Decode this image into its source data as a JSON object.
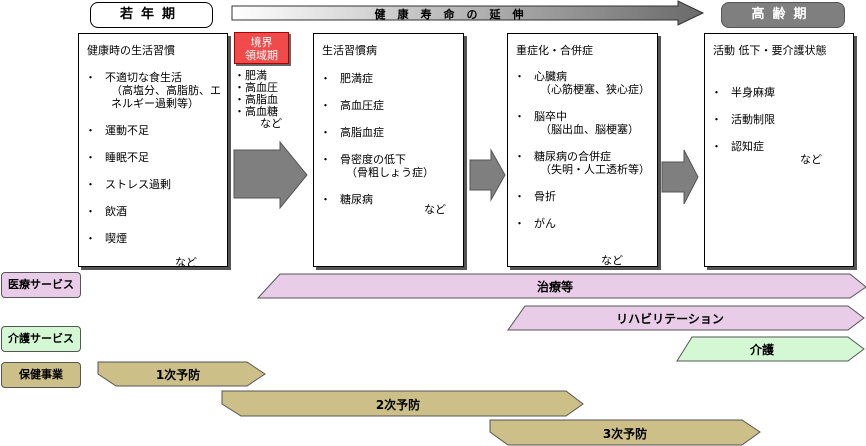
{
  "stages": {
    "young": "若年期",
    "healthy_life": "健康寿命の延伸",
    "elderly": "高齢期"
  },
  "box1": {
    "title": "健康時の生活習慣",
    "items": [
      {
        "main": "不適切な食生活",
        "sub": "（高塩分、高脂肪、エネルギー過剰等）"
      },
      {
        "main": "運動不足"
      },
      {
        "main": "睡眠不足"
      },
      {
        "main": "ストレス過剰"
      },
      {
        "main": "飲酒"
      },
      {
        "main": "喫煙"
      }
    ],
    "etc": "など"
  },
  "borderline": {
    "label_line1": "境界",
    "label_line2": "領域期",
    "items": [
      "肥満",
      "高血圧",
      "高脂血",
      "高血糖"
    ],
    "etc": "など"
  },
  "box2": {
    "title": "生活習慣病",
    "items": [
      {
        "main": "肥満症"
      },
      {
        "main": "高血圧症"
      },
      {
        "main": "高脂血症"
      },
      {
        "main": "骨密度の低下",
        "sub": "（骨粗しょう症）"
      },
      {
        "main": "糖尿病"
      }
    ],
    "etc": "など"
  },
  "box3": {
    "title": "重症化・合併症",
    "items": [
      {
        "main": "心臓病",
        "sub": "（心筋梗塞、狭心症）"
      },
      {
        "main": "脳卒中",
        "sub": "（脳出血、脳梗塞）"
      },
      {
        "main": "糖尿病の合併症",
        "sub": "（失明・人工透析等）"
      },
      {
        "main": "骨折"
      },
      {
        "main": "がん"
      }
    ],
    "etc": "など"
  },
  "box4": {
    "title": "活動 低下・要介護状態",
    "items": [
      {
        "main": "半身麻痺"
      },
      {
        "main": "活動制限"
      },
      {
        "main": "認知症"
      }
    ],
    "etc": "など"
  },
  "services": {
    "medical": "医療サービス",
    "care": "介護サービス",
    "health": "保健事業"
  },
  "bands": {
    "treatment": "治療等",
    "rehab": "リハビリテーション",
    "care": "介護",
    "prevention1": "1次予防",
    "prevention2": "2次予防",
    "prevention3": "3次予防"
  },
  "colors": {
    "medical": "#e8cce8",
    "care": "#d4f8d4",
    "health": "#ccc088",
    "arrow_gray": "#7f7f7f",
    "borderline_red": "#f04a4a"
  }
}
